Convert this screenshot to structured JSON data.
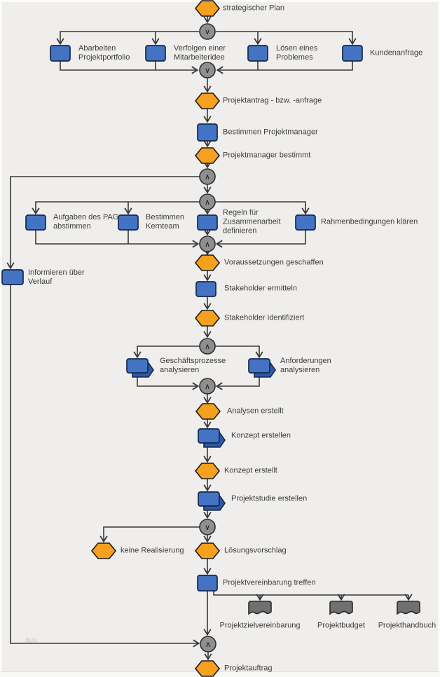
{
  "colors": {
    "event_fill": "#f5a01f",
    "function_fill": "#4573c4",
    "connector_fill": "#8f8f8f",
    "document_fill": "#707070",
    "line": "#383838",
    "background": "#efeeec"
  },
  "connector_symbols": {
    "and": "∧",
    "or": "∨"
  },
  "events": {
    "strategischer_plan": "strategischer Plan",
    "projektantrag": "Projektantrag - bzw. -anfrage",
    "projektmanager_bestimmt": "Projektmanager bestimmt",
    "voraussetzungen_geschaffen": "Voraussetzungen geschaffen",
    "stakeholder_identifiziert": "Stakeholder identifiziert",
    "analysen_erstellt": "Analysen erstellt",
    "konzept_erstellt": "Konzept erstellt",
    "keine_realisierung": "keine Realisierung",
    "loesungsvorschlag": "Lösungsvorschlag",
    "projektauftrag": "Projektauftrag"
  },
  "functions": {
    "abarbeiten_projektportfolio": "Abarbeiten Projektportfolio",
    "verfolgen_mitarbeiteridee": "Verfolgen einer Mitarbeiteridee",
    "loesen_problemes": "Lösen eines Problemes",
    "kundenanfrage": "Kundenanfrage",
    "bestimmen_projektmanager": "Bestimmen Projektmanager",
    "aufgaben_pag_abstimmen": "Aufgaben des PAG abstimmen",
    "bestimmen_kernteam": "Bestimmen Kernteam",
    "regeln_zusammenarbeit": "Regeln für Zusammenarbeit definieren",
    "rahmenbedingungen_klaeren": "Rahmenbedingungen klären",
    "informieren_verlauf": "Informieren über Verlauf",
    "stakeholder_ermitteln": "Stakeholder ermitteln",
    "projektvereinbarung_treffen": "Projektvereinbarung treffen"
  },
  "process_interfaces": {
    "geschaeftsprozesse_analysieren": "Geschäftsprozesse analysieren",
    "anforderungen_analysieren": "Anforderungen analysieren",
    "konzept_erstellen": "Konzept erstellen",
    "projektstudie_erstellen": "Projektstudie erstellen"
  },
  "documents": {
    "projektzielvereinbarung": "Projektzielvereinbarung",
    "projektbudget": "Projektbudget",
    "projekthandbuch": "Projekthandbuch"
  },
  "watermark": "bug"
}
